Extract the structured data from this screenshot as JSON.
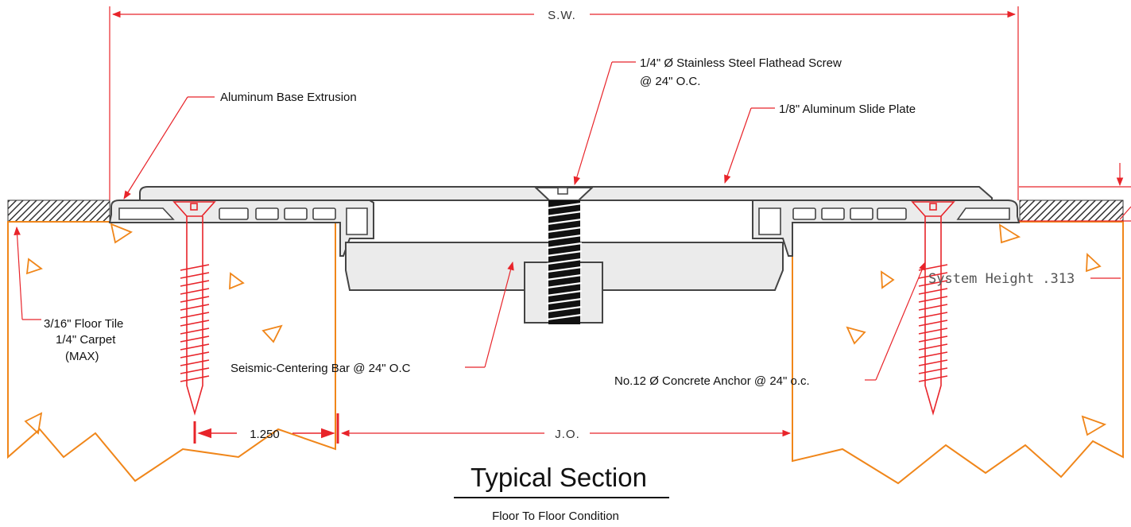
{
  "labels": {
    "sw": "S.W.",
    "screw_line1": "1/4\" Ø Stainless Steel Flathead Screw",
    "screw_line2": "@ 24\" O.C.",
    "base_extrusion": "Aluminum Base Extrusion",
    "slide_plate": "1/8\" Aluminum Slide Plate",
    "system_height": "System Height .313",
    "floor_line1": "3/16\" Floor Tile",
    "floor_line2": "1/4\" Carpet",
    "floor_line3": "(MAX)",
    "centering_bar": "Seismic-Centering Bar @ 24\" O.C",
    "anchor": "No.12 Ø Concrete Anchor @ 24\" o.c.",
    "dim_1250": "1.250",
    "jo": "J.O.",
    "title": "Typical Section",
    "subtitle": "Floor To Floor  Condition"
  },
  "colors": {
    "leader": "#e8242a",
    "concrete": "#f0861a",
    "metal": "#444444",
    "metal_fill": "#ebebeb",
    "hatch": "#333333"
  }
}
